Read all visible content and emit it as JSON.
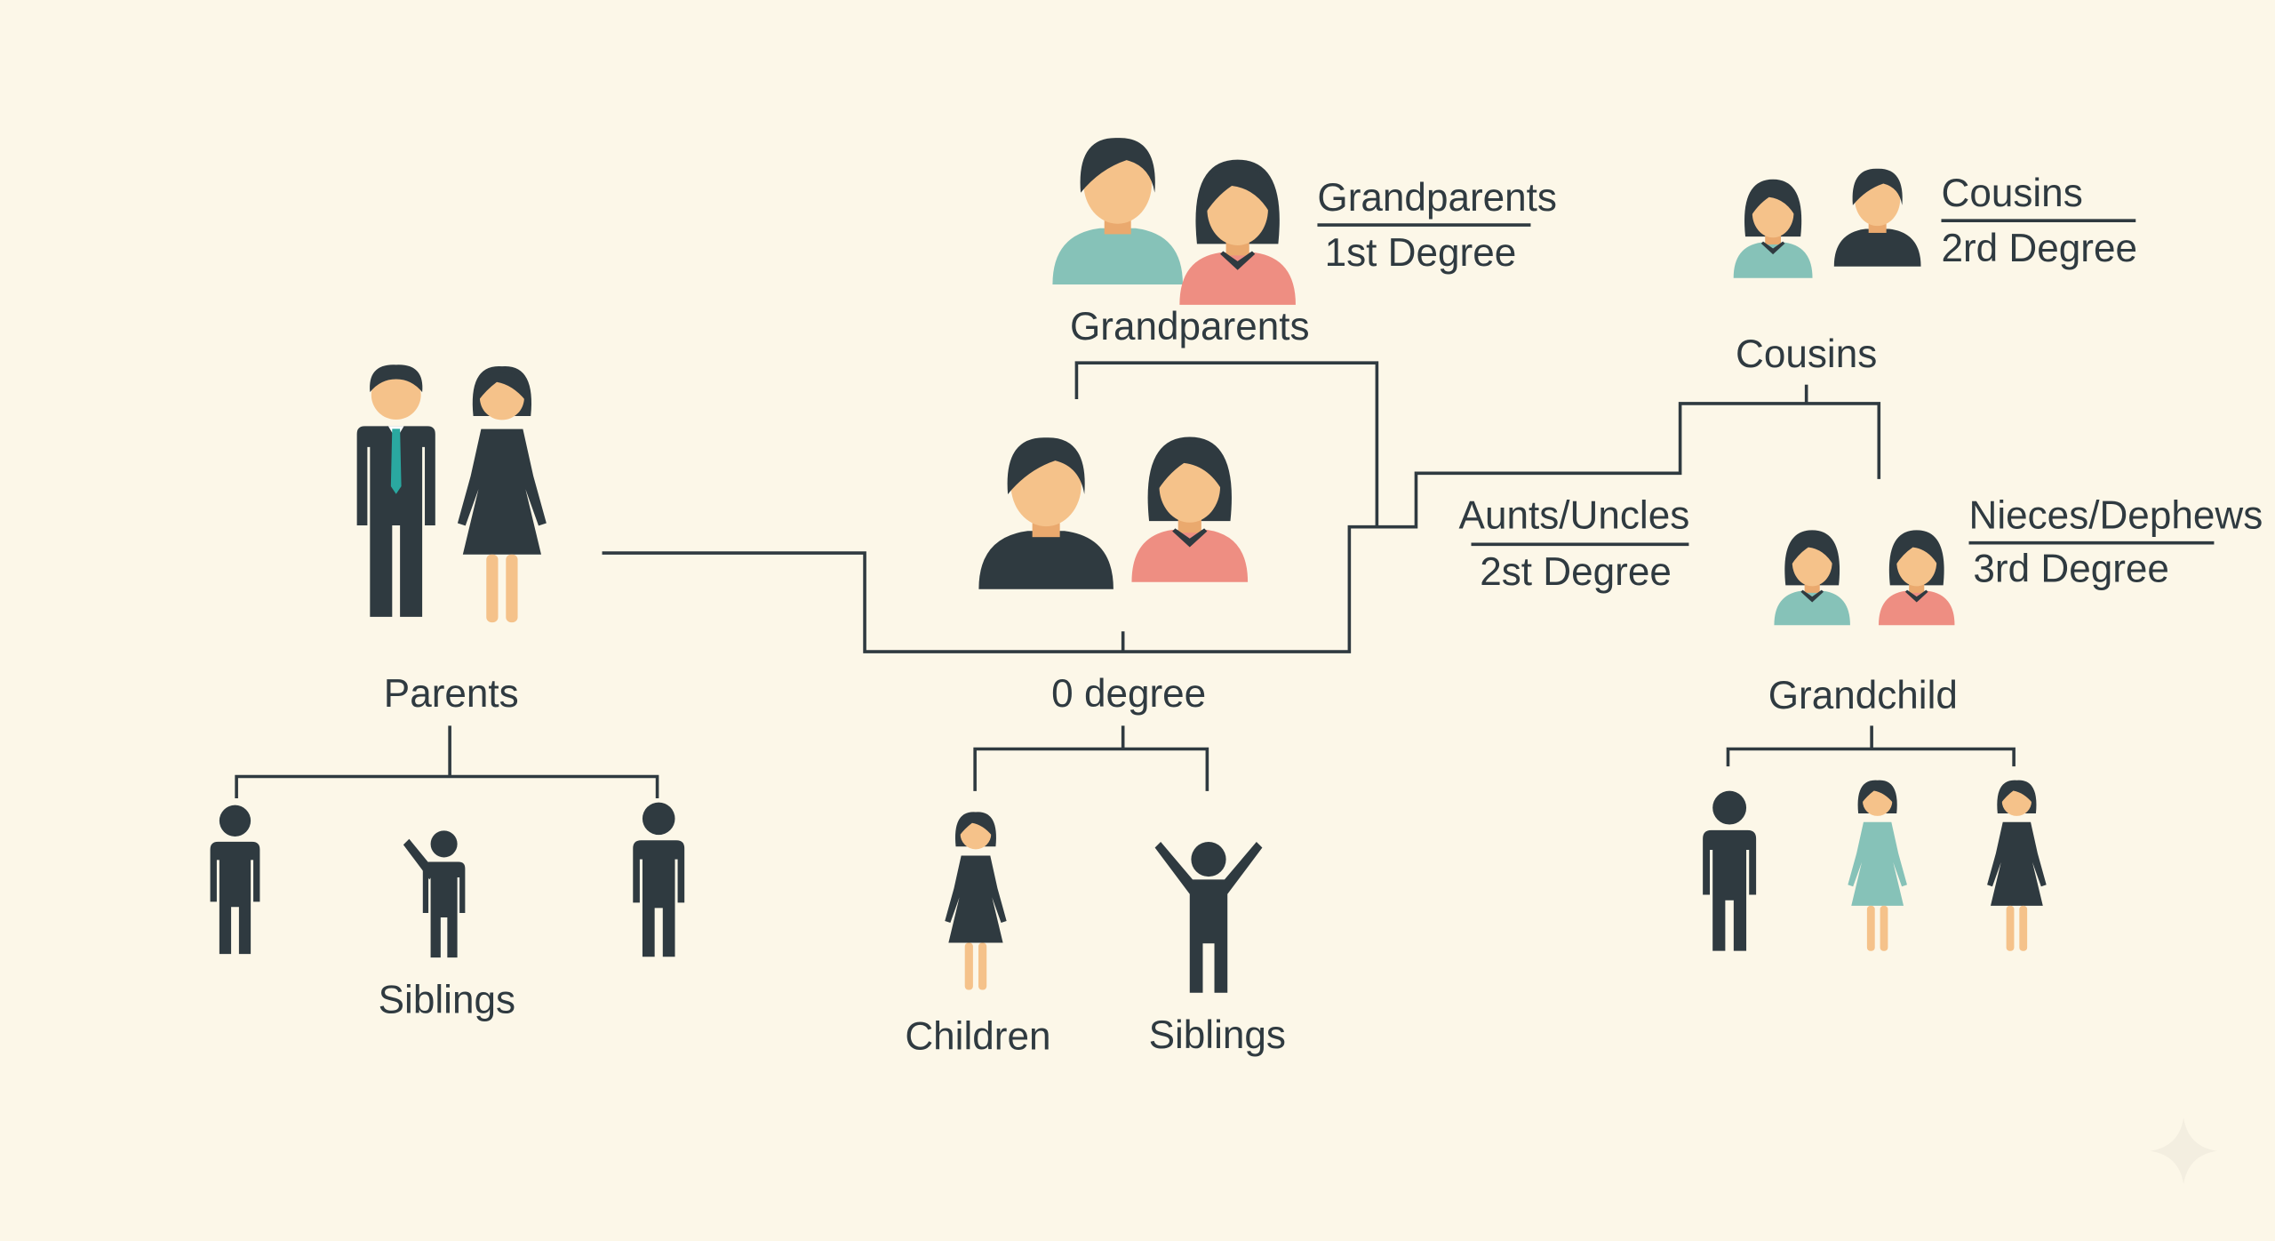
{
  "colors": {
    "background": "#fcf7e8",
    "ink": "#2f3a40",
    "skin": "#f5c28a",
    "teal": "#86c2b8",
    "pink": "#ee8e82"
  },
  "legend": {
    "grandparents": {
      "title": "Grandparents",
      "degree": "1st Degree"
    },
    "cousins": {
      "title": "Cousins",
      "degree": "2rd Degree"
    },
    "aunts_uncles": {
      "title": "Aunts/Uncles",
      "degree": "2st Degree"
    },
    "nieces_nephews": {
      "title": "Nieces/Dephews",
      "degree": "3rd Degree"
    }
  },
  "nodes": {
    "grandparents": "Grandparents",
    "cousins": "Cousins",
    "parents": "Parents",
    "zero_degree": "0 degree",
    "siblings_left": "Siblings",
    "children": "Children",
    "siblings_center": "Siblings",
    "grandchild": "Grandchild"
  }
}
